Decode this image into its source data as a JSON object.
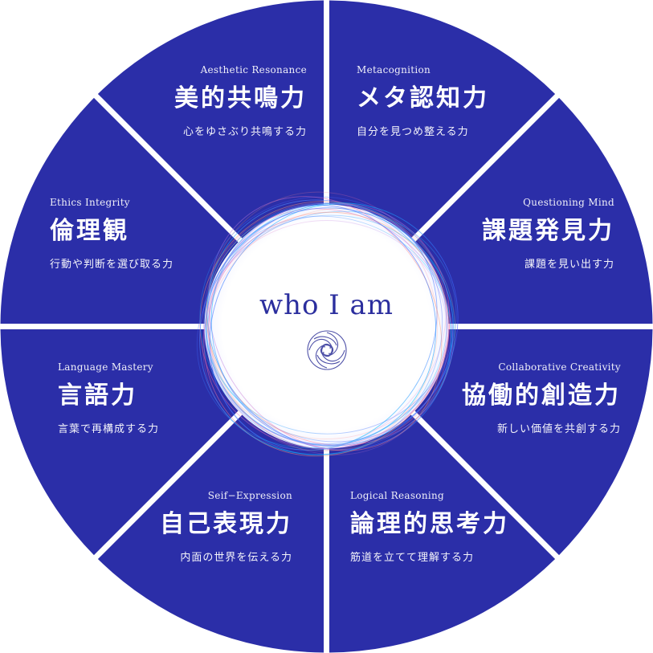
{
  "center": {
    "title": "who I am"
  },
  "colors": {
    "segment": "#2b2ea8",
    "text": "#ffffff",
    "title": "#2b2e9e",
    "ring_accents": [
      "#7b5cff",
      "#00c8ff",
      "#ff6aa8",
      "#ffb347"
    ]
  },
  "segments": [
    {
      "id": "aesthetic",
      "en": "Aesthetic Resonance",
      "ja": "美的共鳴力",
      "desc": "心をゆさぶり共鳴する力"
    },
    {
      "id": "metacognition",
      "en": "Metacognition",
      "ja": "メタ認知力",
      "desc": "自分を見つめ整える力"
    },
    {
      "id": "questioning",
      "en": "Questioning Mind",
      "ja": "課題発見力",
      "desc": "課題を見い出す力"
    },
    {
      "id": "collaborative",
      "en": "Collaborative Creativity",
      "ja": "協働的創造力",
      "desc": "新しい価値を共創する力"
    },
    {
      "id": "logical",
      "en": "Logical Reasoning",
      "ja": "論理的思考力",
      "desc": "筋道を立てて理解する力"
    },
    {
      "id": "expression",
      "en": "Seif−Expression",
      "ja": "自己表現力",
      "desc": "内面の世界を伝える力"
    },
    {
      "id": "language",
      "en": "Language Mastery",
      "ja": "言語力",
      "desc": "言葉で再構成する力"
    },
    {
      "id": "ethics",
      "en": "Ethics Integrity",
      "ja": "倫理観",
      "desc": "行動や判断を選び取る力"
    }
  ]
}
